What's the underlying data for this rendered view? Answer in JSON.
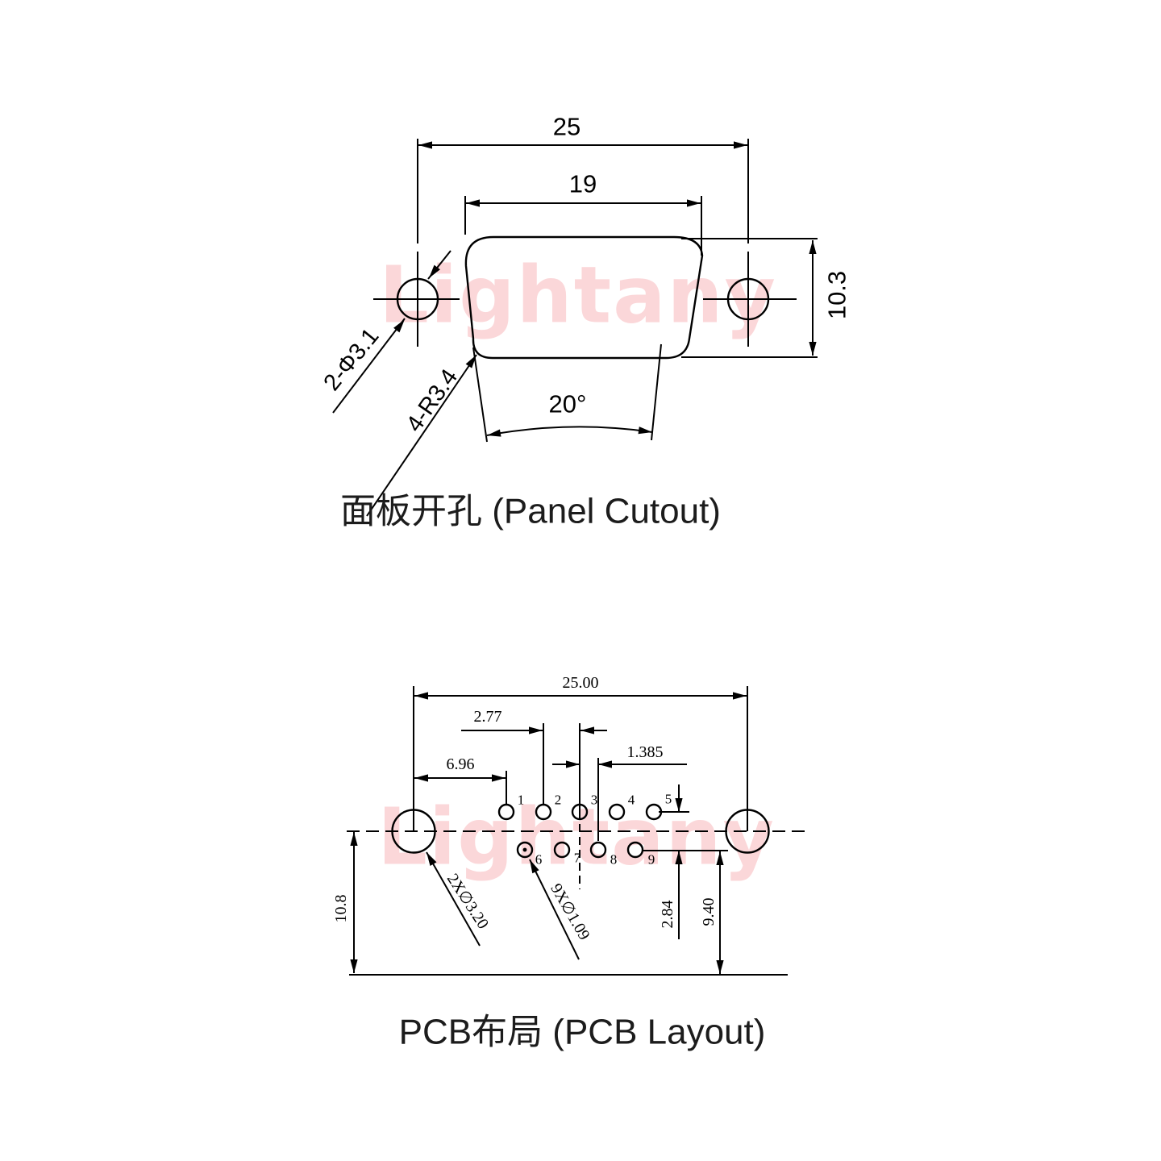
{
  "watermark": {
    "text": "Lightany",
    "color": "#fbd7d9"
  },
  "panel_cutout": {
    "title": "面板开孔 (Panel Cutout)",
    "dim_width_outer": "25",
    "dim_width_inner": "19",
    "dim_height": "10.3",
    "dim_angle": "20°",
    "label_mount_holes": "2-Φ3.1",
    "label_corner_radius": "4-R3.4"
  },
  "pcb_layout": {
    "title": "PCB布局 (PCB Layout)",
    "dim_mount_span": "25.00",
    "dim_pin_pitch": "2.77",
    "dim_row_offset": "1.385",
    "dim_first_pin": "6.96",
    "dim_row_spacing": "2.84",
    "dim_row_to_edge": "9.40",
    "dim_center_to_edge": "10.8",
    "label_mount_holes": "2X∅3.20",
    "label_pin_holes": "9X∅1.09",
    "pin_numbers_row1": [
      "1",
      "2",
      "3",
      "4",
      "5"
    ],
    "pin_numbers_row2": [
      "6",
      "7",
      "8",
      "9"
    ]
  }
}
